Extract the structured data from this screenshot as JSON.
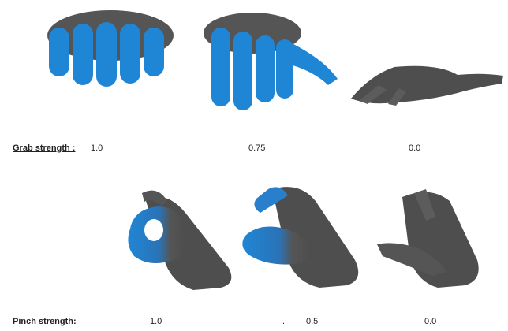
{
  "colors": {
    "engaged": "#1f86d6",
    "engaged_light": "#3a9ee8",
    "neutral": "#4e4e4e",
    "neutral_light": "#6b6b6b"
  },
  "grab": {
    "heading": "Grab strength :",
    "values": [
      "1.0",
      "0.75",
      "0.0"
    ]
  },
  "pinch": {
    "heading": "Pinch strength:",
    "values": [
      "1.0",
      "0.5",
      "0.0"
    ],
    "separator_dot": "."
  }
}
